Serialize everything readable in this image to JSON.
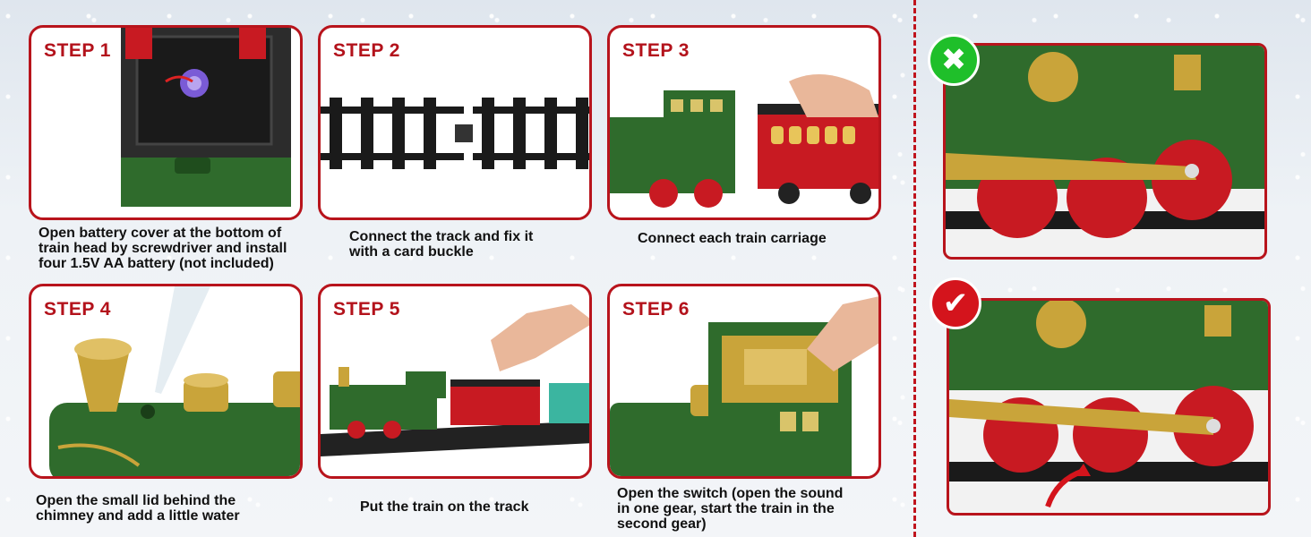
{
  "steps": [
    {
      "label": "STEP 1",
      "caption": [
        "Open battery cover at the bottom of",
        "train head by screwdriver and install",
        "four 1.5V AA battery (not included)"
      ]
    },
    {
      "label": "STEP 2",
      "caption": [
        "Connect the track and fix it",
        "with a card buckle"
      ]
    },
    {
      "label": "STEP 3",
      "caption": [
        "Connect each train carriage"
      ]
    },
    {
      "label": "STEP 4",
      "caption": [
        "Open the small lid behind the",
        "chimney and add a little water"
      ]
    },
    {
      "label": "STEP 5",
      "caption": [
        "Put the train on the track"
      ]
    },
    {
      "label": "STEP 6",
      "caption": [
        "Open the switch (open the sound",
        "in one gear, start the train in the",
        "second gear)"
      ]
    }
  ],
  "comparison": {
    "wrong_icon": "x-mark-icon",
    "right_icon": "check-mark-icon"
  },
  "colors": {
    "accent": "#b8141c",
    "train_green": "#2f6b2c",
    "gold": "#c9a43a",
    "wheel_red": "#c81a22"
  }
}
